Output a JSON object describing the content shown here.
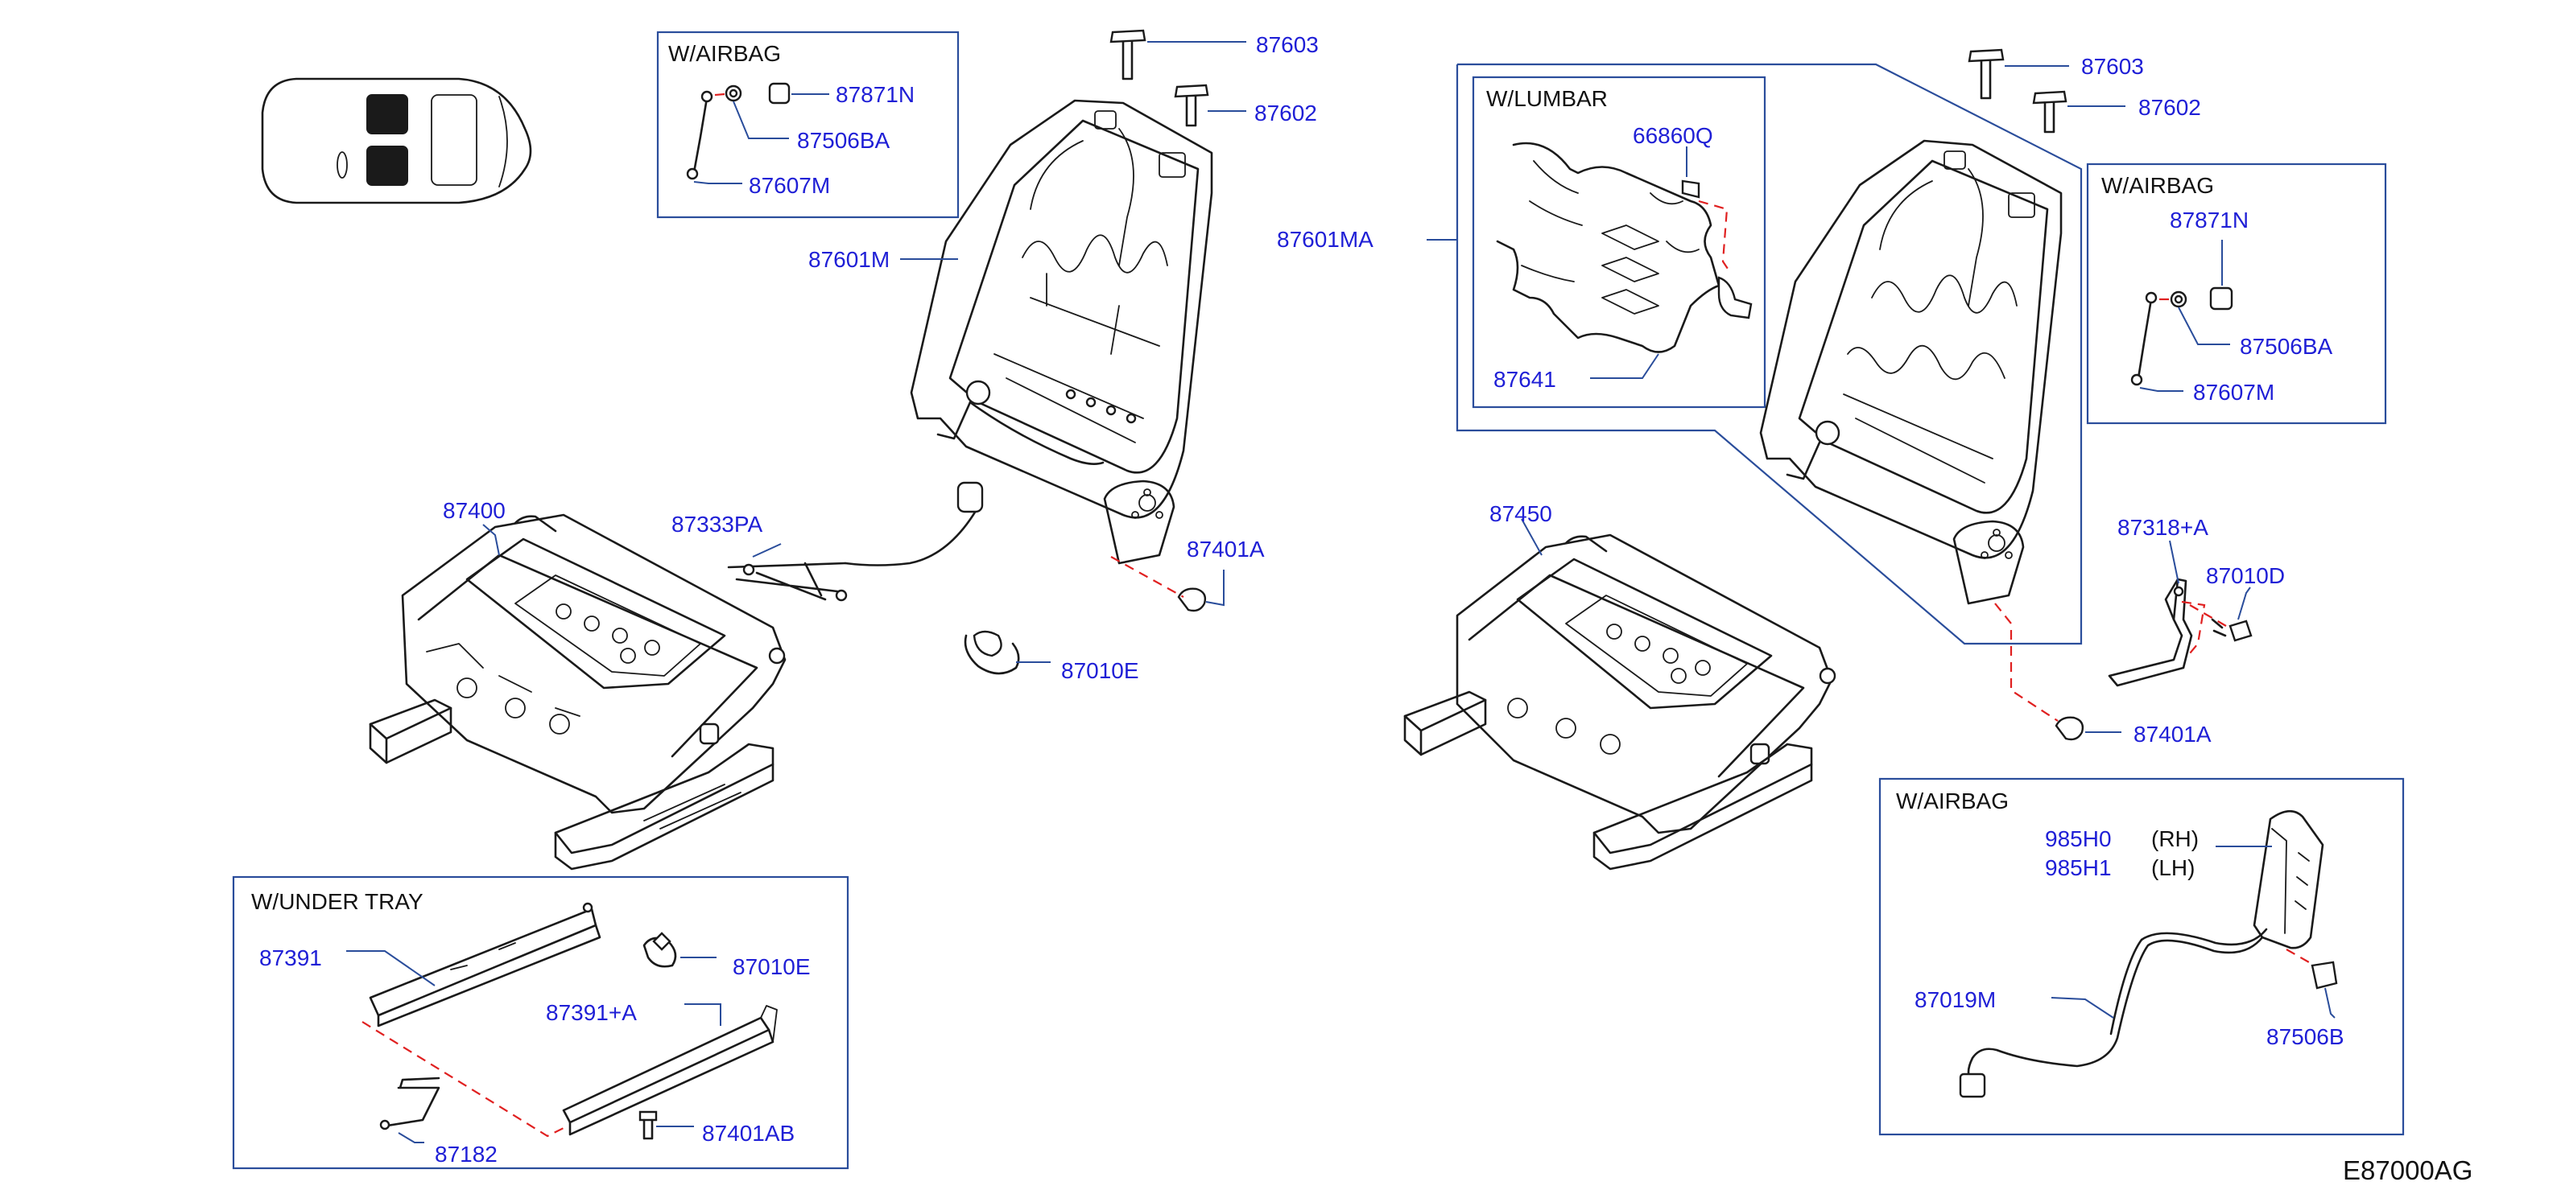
{
  "diagram_code": "E87000AG",
  "boxes": {
    "airbag_left": "W/AIRBAG",
    "lumbar": "W/LUMBAR",
    "airbag_right": "W/AIRBAG",
    "under_tray": "W/UNDER   TRAY",
    "airbag_bottom": "W/AIRBAG"
  },
  "parts": {
    "p87603_l": "87603",
    "p87602_l": "87602",
    "p87871N_l": "87871N",
    "p87506BA_l": "87506BA",
    "p87607M_l": "87607M",
    "p87601M": "87601M",
    "p87601MA": "87601MA",
    "p87400": "87400",
    "p87333PA": "87333PA",
    "p87401A_l": "87401A",
    "p87010E_l": "87010E",
    "p87391": "87391",
    "p87010E_t": "87010E",
    "p87391A": "87391+A",
    "p87401AB": "87401AB",
    "p87182": "87182",
    "p87603_r": "87603",
    "p87602_r": "87602",
    "p66860Q": "66860Q",
    "p87641": "87641",
    "p87871N_r": "87871N",
    "p87506BA_r": "87506BA",
    "p87607M_r": "87607M",
    "p87450": "87450",
    "p87318A": "87318+A",
    "p87010D": "87010D",
    "p87401A_r": "87401A",
    "p985H0": "985H0",
    "p985H0_side": "(RH)",
    "p985H1": "985H1",
    "p985H1_side": "(LH)",
    "p87019M": "87019M",
    "p87506B": "87506B"
  }
}
